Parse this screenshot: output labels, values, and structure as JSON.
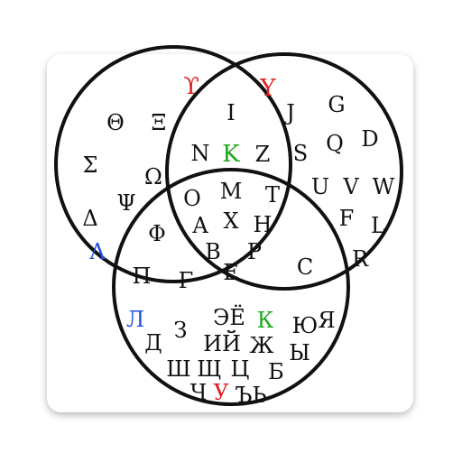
{
  "diagram": {
    "sets": [
      {
        "id": "greek",
        "glyphs": [
          {
            "ch": "ϒ",
            "color": "#e02020"
          },
          {
            "ch": "Θ"
          },
          {
            "ch": "Ξ"
          },
          {
            "ch": "Σ"
          },
          {
            "ch": "Ω"
          },
          {
            "ch": "Ψ"
          },
          {
            "ch": "Δ"
          },
          {
            "ch": "Λ",
            "color": "#1f4fe0"
          }
        ]
      },
      {
        "id": "latin",
        "glyphs": [
          {
            "ch": "Y",
            "color": "#e02020"
          },
          {
            "ch": "J"
          },
          {
            "ch": "G"
          },
          {
            "ch": "Q"
          },
          {
            "ch": "D"
          },
          {
            "ch": "S"
          },
          {
            "ch": "U"
          },
          {
            "ch": "V"
          },
          {
            "ch": "W"
          },
          {
            "ch": "F"
          },
          {
            "ch": "L"
          },
          {
            "ch": "R"
          }
        ]
      },
      {
        "id": "cyrillic",
        "glyphs": [
          {
            "ch": "Л",
            "color": "#1f4fe0"
          },
          {
            "ch": "З"
          },
          {
            "ch": "ЭЁ"
          },
          {
            "ch": "К",
            "color": "#1fa81f"
          },
          {
            "ch": "Ю"
          },
          {
            "ch": "Я"
          },
          {
            "ch": "Д"
          },
          {
            "ch": "ИЙ"
          },
          {
            "ch": "Ж"
          },
          {
            "ch": "Ы"
          },
          {
            "ch": "Ш"
          },
          {
            "ch": "Щ"
          },
          {
            "ch": "Ц"
          },
          {
            "ch": "Б"
          },
          {
            "ch": "Ч"
          },
          {
            "ch": "У",
            "color": "#e02020"
          },
          {
            "ch": "ЪЬ"
          }
        ]
      },
      {
        "id": "greek-latin",
        "glyphs": [
          {
            "ch": "I"
          },
          {
            "ch": "N"
          },
          {
            "ch": "K",
            "color": "#1fa81f"
          },
          {
            "ch": "Z"
          }
        ]
      },
      {
        "id": "greek-cyrillic",
        "glyphs": [
          {
            "ch": "Φ"
          },
          {
            "ch": "Π"
          },
          {
            "ch": "Γ"
          }
        ]
      },
      {
        "id": "latin-cyrillic",
        "glyphs": [
          {
            "ch": "C"
          }
        ]
      },
      {
        "id": "all-three",
        "glyphs": [
          {
            "ch": "O"
          },
          {
            "ch": "M"
          },
          {
            "ch": "T"
          },
          {
            "ch": "A"
          },
          {
            "ch": "X"
          },
          {
            "ch": "H"
          },
          {
            "ch": "B"
          },
          {
            "ch": "P"
          },
          {
            "ch": "E"
          }
        ]
      }
    ]
  }
}
